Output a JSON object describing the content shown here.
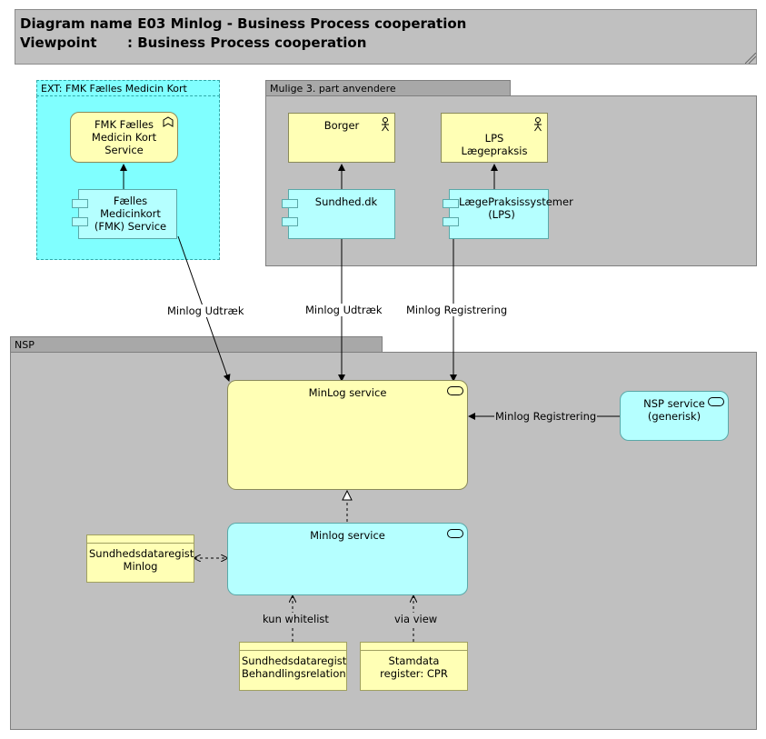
{
  "header": {
    "diagram_name_label": "Diagram name",
    "diagram_name_value": ": E03 Minlog - Business Process cooperation",
    "viewpoint_label": "Viewpoint",
    "viewpoint_value": ": Business Process cooperation"
  },
  "groups": {
    "ext": "EXT: FMK Fælles Medicin Kort",
    "third_party": "Mulige 3. part anvendere",
    "nsp": "NSP"
  },
  "nodes": {
    "fmk_service": "FMK Fælles Medicin Kort Service",
    "fmk_component": "Fælles Medicinkort (FMK) Service",
    "borger": "Borger",
    "lps": "LPS\nLægepraksis",
    "sundhed": "Sundhed.dk",
    "lps_system": "LægePraksissystemer (LPS)",
    "minlog_business": "MinLog service",
    "nsp_service": "NSP service (generisk)",
    "minlog_app": "Minlog service",
    "sdr_minlog": "Sundhedsdataregister: Minlog",
    "sdr_behandling": "Sundhedsdataregister: Behandlingsrelation",
    "stamdata": "Stamdata register: CPR"
  },
  "edges": {
    "fmk_udtraek": "Minlog Udtræk",
    "sundhed_udtraek": "Minlog Udtræk",
    "lps_registrering": "Minlog Registrering",
    "nsp_registrering": "Minlog Registrering",
    "whitelist": "kun whitelist",
    "via_view": "via view"
  },
  "colors": {
    "business": "#ffffb5",
    "application": "#b5ffff",
    "ext_group": "#80ffff",
    "group": "#c0c0c0"
  }
}
